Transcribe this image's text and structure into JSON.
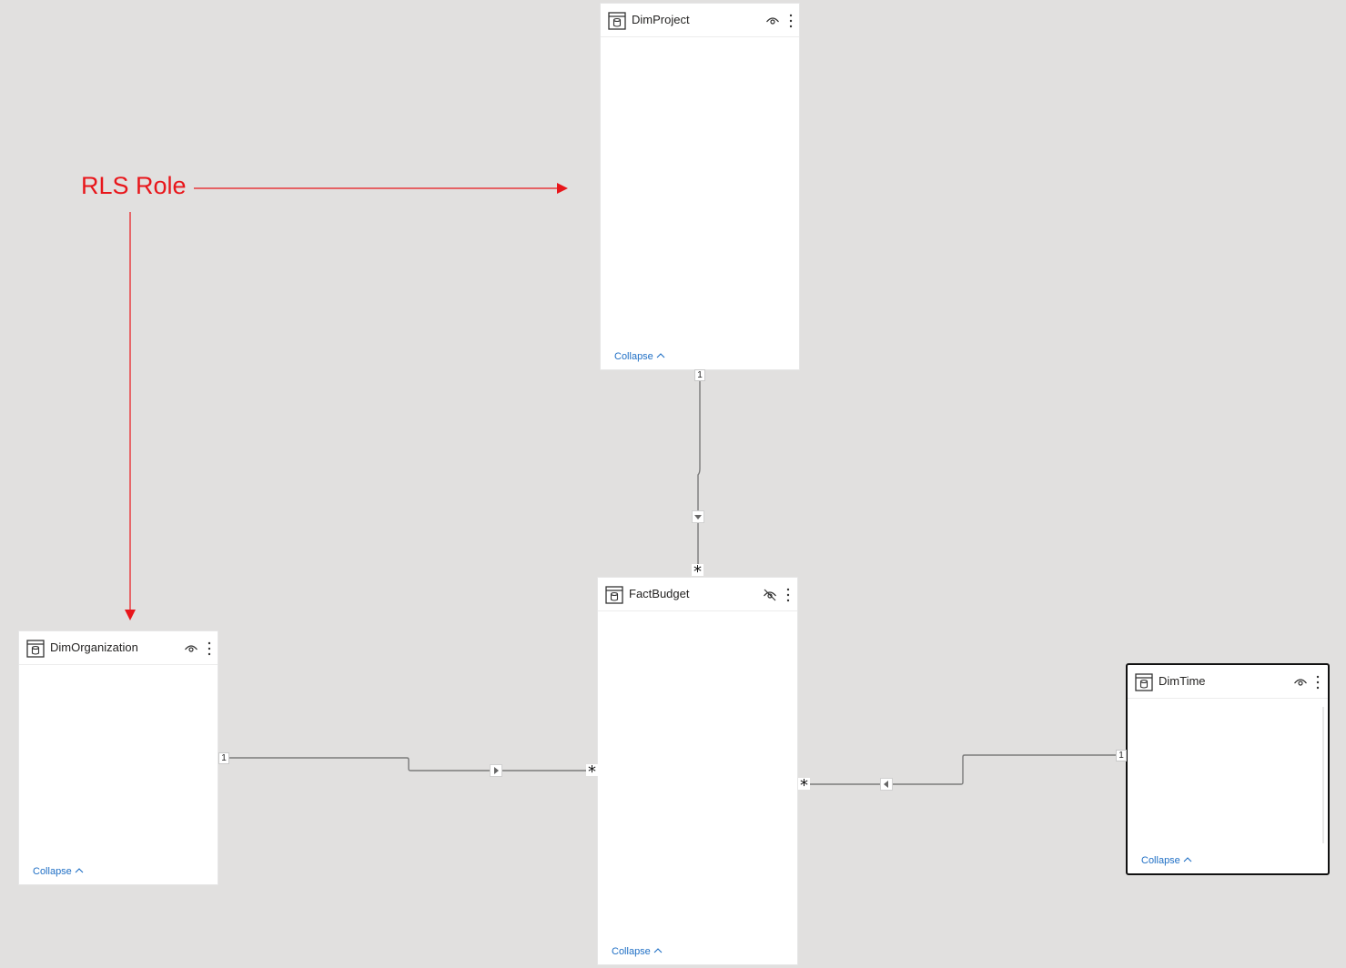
{
  "annotation": {
    "label": "RLS Role",
    "color": "#e8161b"
  },
  "tables": {
    "dim_project": {
      "name": "DimProject",
      "collapse_label": "Collapse",
      "visibility": "visible",
      "icon": "table-icon"
    },
    "fact_budget": {
      "name": "FactBudget",
      "collapse_label": "Collapse",
      "visibility": "hidden",
      "icon": "table-icon"
    },
    "dim_organization": {
      "name": "DimOrganization",
      "collapse_label": "Collapse",
      "visibility": "visible",
      "icon": "table-icon"
    },
    "dim_time": {
      "name": "DimTime",
      "collapse_label": "Collapse",
      "visibility": "visible",
      "selected": true,
      "icon": "table-icon"
    }
  },
  "relationships": [
    {
      "from": "DimProject",
      "to": "FactBudget",
      "from_cardinality": "1",
      "to_cardinality": "*",
      "filter_direction": "down"
    },
    {
      "from": "DimOrganization",
      "to": "FactBudget",
      "from_cardinality": "1",
      "to_cardinality": "*",
      "filter_direction": "right"
    },
    {
      "from": "DimTime",
      "to": "FactBudget",
      "from_cardinality": "1",
      "to_cardinality": "*",
      "filter_direction": "left"
    }
  ],
  "colors": {
    "canvas_background": "#e1e0df",
    "card_background": "#ffffff",
    "link_color": "#1f6fc5",
    "connector_line": "#6f6f6f"
  }
}
